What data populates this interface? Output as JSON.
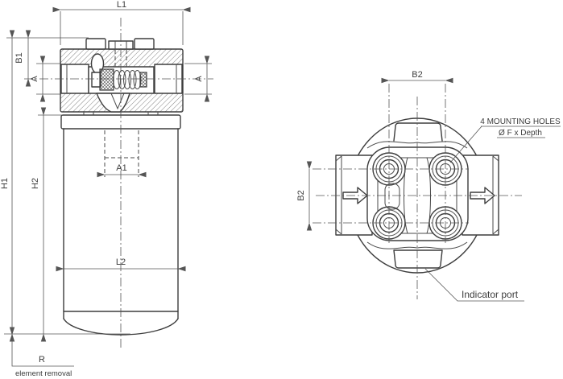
{
  "drawing": {
    "type": "technical-drawing-filter",
    "views": {
      "side": {
        "dims": {
          "L1": "L1",
          "B1": "B1",
          "A_left": "A",
          "A_right": "A",
          "H1": "H1",
          "H2": "H2",
          "A1": "A1",
          "L2": "L2",
          "R": "R"
        },
        "notes": {
          "element_removal": "element removal"
        }
      },
      "top": {
        "dims": {
          "B2_top": "B2",
          "B2_left": "B2"
        },
        "notes": {
          "mounting_holes_line1": "4 MOUNTING HOLES",
          "mounting_holes_line2": "Ø F x Depth",
          "indicator_port": "Indicator port"
        }
      }
    },
    "colors": {
      "line": "#3d3d3d",
      "thin_line": "#555555",
      "background": "#ffffff"
    }
  }
}
